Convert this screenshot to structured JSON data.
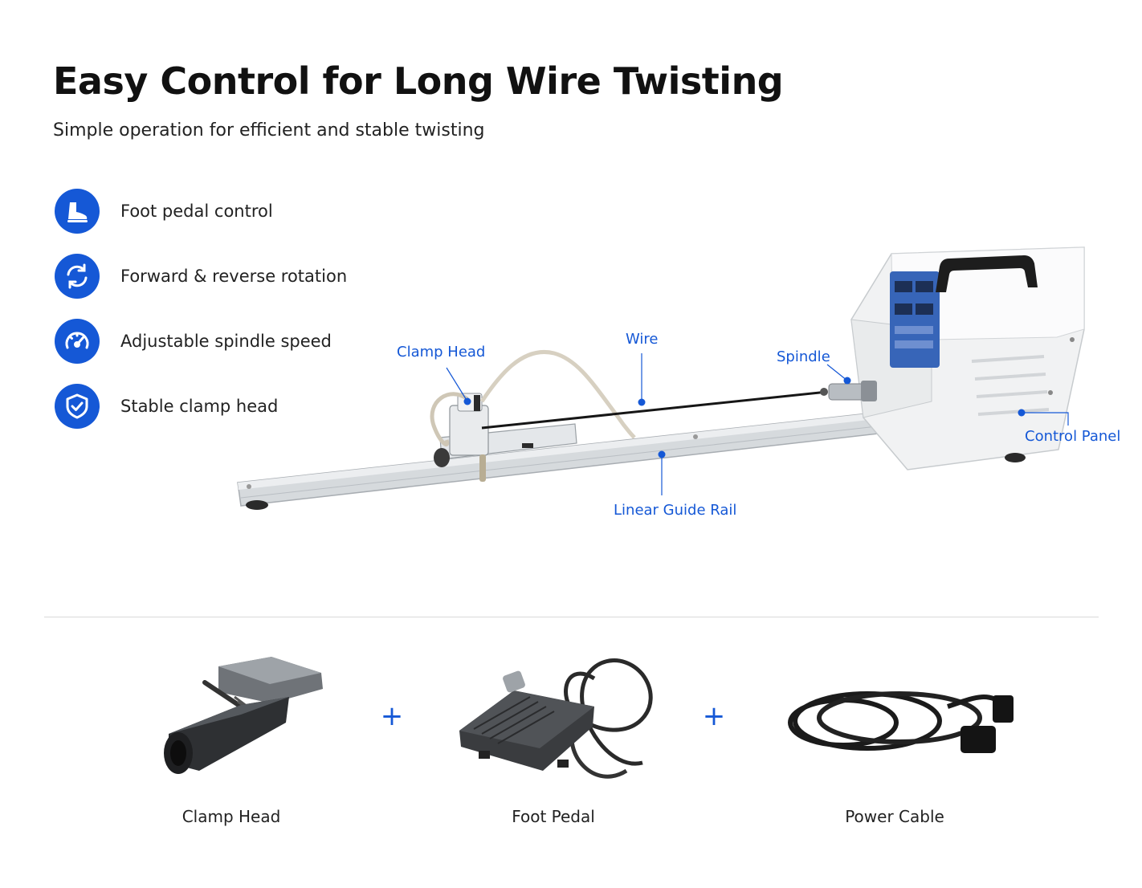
{
  "header": {
    "title": "Easy Control for Long Wire Twisting",
    "subtitle": "Simple operation for efficient and stable twisting"
  },
  "features": [
    {
      "label": "Foot pedal control",
      "icon": "foot-icon"
    },
    {
      "label": "Forward & reverse rotation",
      "icon": "rotation-icon"
    },
    {
      "label": "Adjustable spindle speed",
      "icon": "speedometer-icon"
    },
    {
      "label": "Stable clamp head",
      "icon": "shield-check-icon"
    }
  ],
  "callouts": {
    "clamp_head": "Clamp Head",
    "wire": "Wire",
    "spindle": "Spindle",
    "control_panel": "Control Panel",
    "linear_guide_rail": "Linear Guide Rail"
  },
  "accessories": {
    "items": [
      "Clamp Head",
      "Foot Pedal",
      "Power Cable"
    ],
    "separator": "+"
  },
  "colors": {
    "accent": "#1558d6",
    "text": "#222222",
    "divider": "#d8d8d8"
  }
}
